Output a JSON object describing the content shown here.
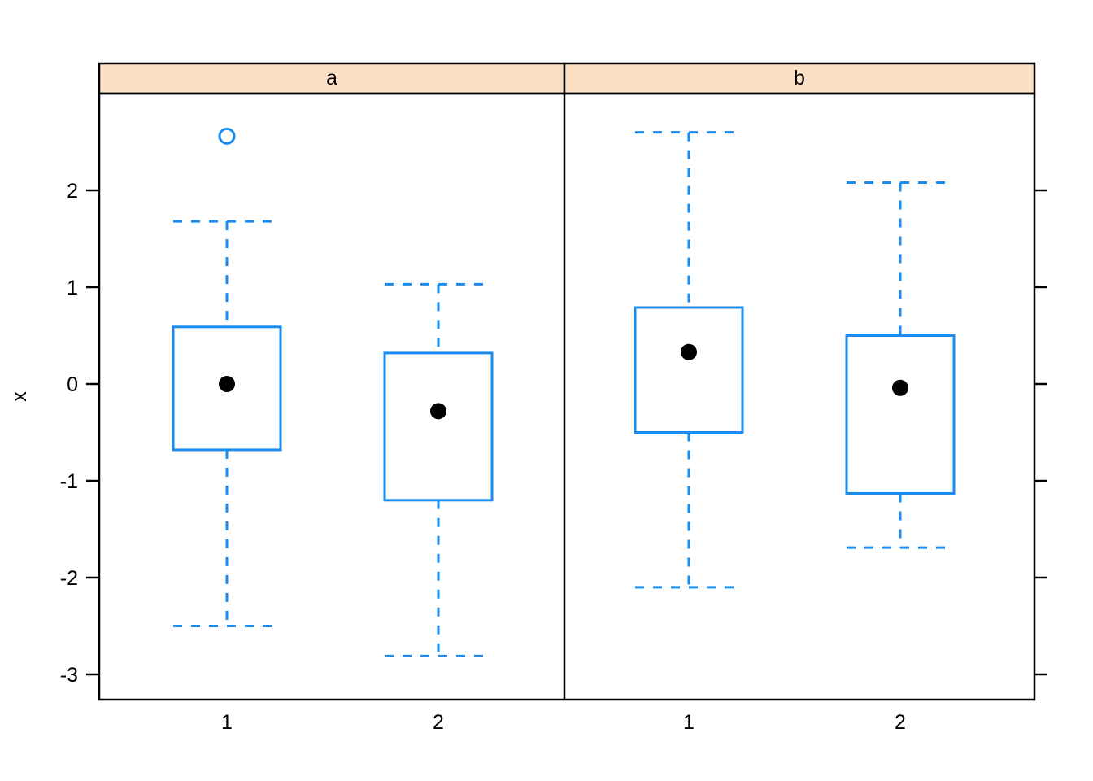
{
  "chart_data": {
    "type": "box",
    "title": "",
    "xlabel": "",
    "ylabel": "x",
    "ylim": [
      -3.2,
      3.0
    ],
    "yticks": [
      2,
      1,
      0,
      -1,
      -2,
      -3
    ],
    "ytick_labels": [
      "2",
      "1",
      "0",
      "-1",
      "-2",
      "-3"
    ],
    "xtick_labels": [
      "1",
      "2"
    ],
    "grid": false,
    "legend": "none",
    "panel_labels": [
      "a",
      "b"
    ],
    "panels": [
      {
        "label": "a",
        "boxes": [
          {
            "x_label": "1",
            "lower_whisker": -2.5,
            "q1": -0.68,
            "mean": 0.0,
            "q3": 0.59,
            "upper_whisker": 1.68,
            "outliers": [
              2.56
            ]
          },
          {
            "x_label": "2",
            "lower_whisker": -2.81,
            "q1": -1.2,
            "mean": -0.28,
            "q3": 0.32,
            "upper_whisker": 1.03,
            "outliers": []
          }
        ]
      },
      {
        "label": "b",
        "boxes": [
          {
            "x_label": "1",
            "lower_whisker": -2.1,
            "q1": -0.5,
            "mean": 0.33,
            "q3": 0.79,
            "upper_whisker": 2.6,
            "outliers": []
          },
          {
            "x_label": "2",
            "lower_whisker": -1.69,
            "q1": -1.13,
            "mean": -0.04,
            "q3": 0.5,
            "upper_whisker": 2.08,
            "outliers": []
          }
        ]
      }
    ],
    "colors": {
      "box_stroke": "#1a8cf0",
      "whisker_stroke": "#1a8cf0",
      "outlier_stroke": "#1a8cf0",
      "mean_fill": "#000000",
      "strip_fill": "#fce0c5",
      "frame_stroke": "#000000",
      "background": "#ffffff"
    }
  }
}
